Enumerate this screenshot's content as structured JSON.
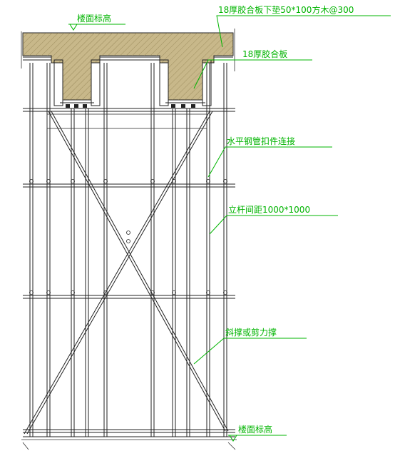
{
  "annotations": {
    "floor_level_top": "楼面标高",
    "plywood_with_timber": "18厚胶合板下垫50*100方木@300",
    "plywood": "18厚胶合板",
    "horizontal_steel_pipe": "水平钢管扣件连接",
    "pole_spacing": "立杆间距1000*1000",
    "diagonal_brace": "斜撑或剪力撑",
    "floor_level_bottom": "楼面标高"
  },
  "colors": {
    "annotation": "#00b400",
    "line": "#222222",
    "concrete": "#c8b88a",
    "concrete_speckle": "#8a7a4a"
  }
}
